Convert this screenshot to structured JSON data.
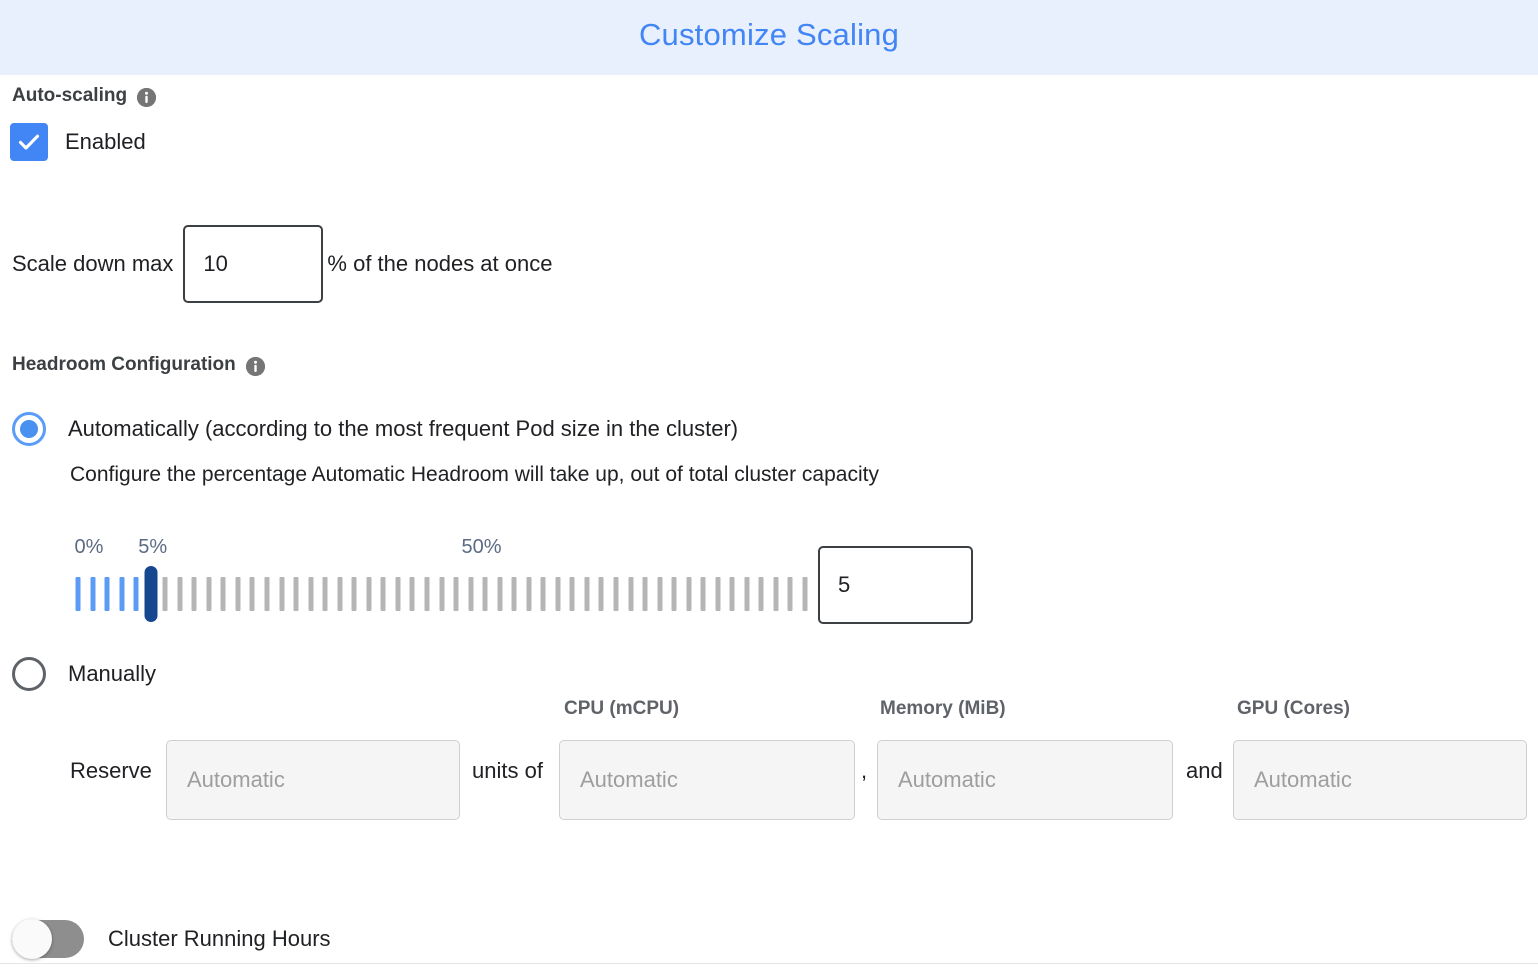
{
  "header": {
    "title": "Customize Scaling",
    "bg_color": "#e8f0fe",
    "title_color": "#4285f4"
  },
  "autoscaling": {
    "heading": "Auto-scaling",
    "info_icon": "info-icon",
    "checkbox_label": "Enabled",
    "checkbox_checked": true,
    "checkbox_color": "#4285f4",
    "scale_down": {
      "label": "Scale down max",
      "value": "10",
      "suffix": "% of the nodes at once"
    }
  },
  "headroom": {
    "heading": "Headroom Configuration",
    "info_icon": "info-icon",
    "options": [
      {
        "id": "automatic",
        "label": "Automatically (according to the most frequent Pod size in the cluster)",
        "selected": true,
        "description": "Configure the percentage Automatic Headroom will take up, out of total cluster capacity"
      },
      {
        "id": "manual",
        "label": "Manually",
        "selected": false
      }
    ],
    "slider": {
      "min_label": "0%",
      "max_label": "50%",
      "current_label": "5%",
      "min": 0,
      "max": 50,
      "value": 5,
      "tick_count": 51,
      "active_color": "#5b9bf5",
      "inactive_color": "#b5b5b5",
      "thumb_color": "#17478f",
      "label_color": "#5b6b83"
    },
    "slider_value_input": "5",
    "manual": {
      "reserve_label": "Reserve",
      "units_of_label": "units of",
      "comma_label": ",",
      "and_label": "and",
      "columns": [
        {
          "header": "",
          "placeholder": "Automatic",
          "value": ""
        },
        {
          "header": "CPU (mCPU)",
          "placeholder": "Automatic",
          "value": ""
        },
        {
          "header": "Memory (MiB)",
          "placeholder": "Automatic",
          "value": ""
        },
        {
          "header": "GPU (Cores)",
          "placeholder": "Automatic",
          "value": ""
        }
      ]
    }
  },
  "cluster_running_hours": {
    "label": "Cluster Running Hours",
    "enabled": false,
    "track_color": "#8e8e8e"
  }
}
